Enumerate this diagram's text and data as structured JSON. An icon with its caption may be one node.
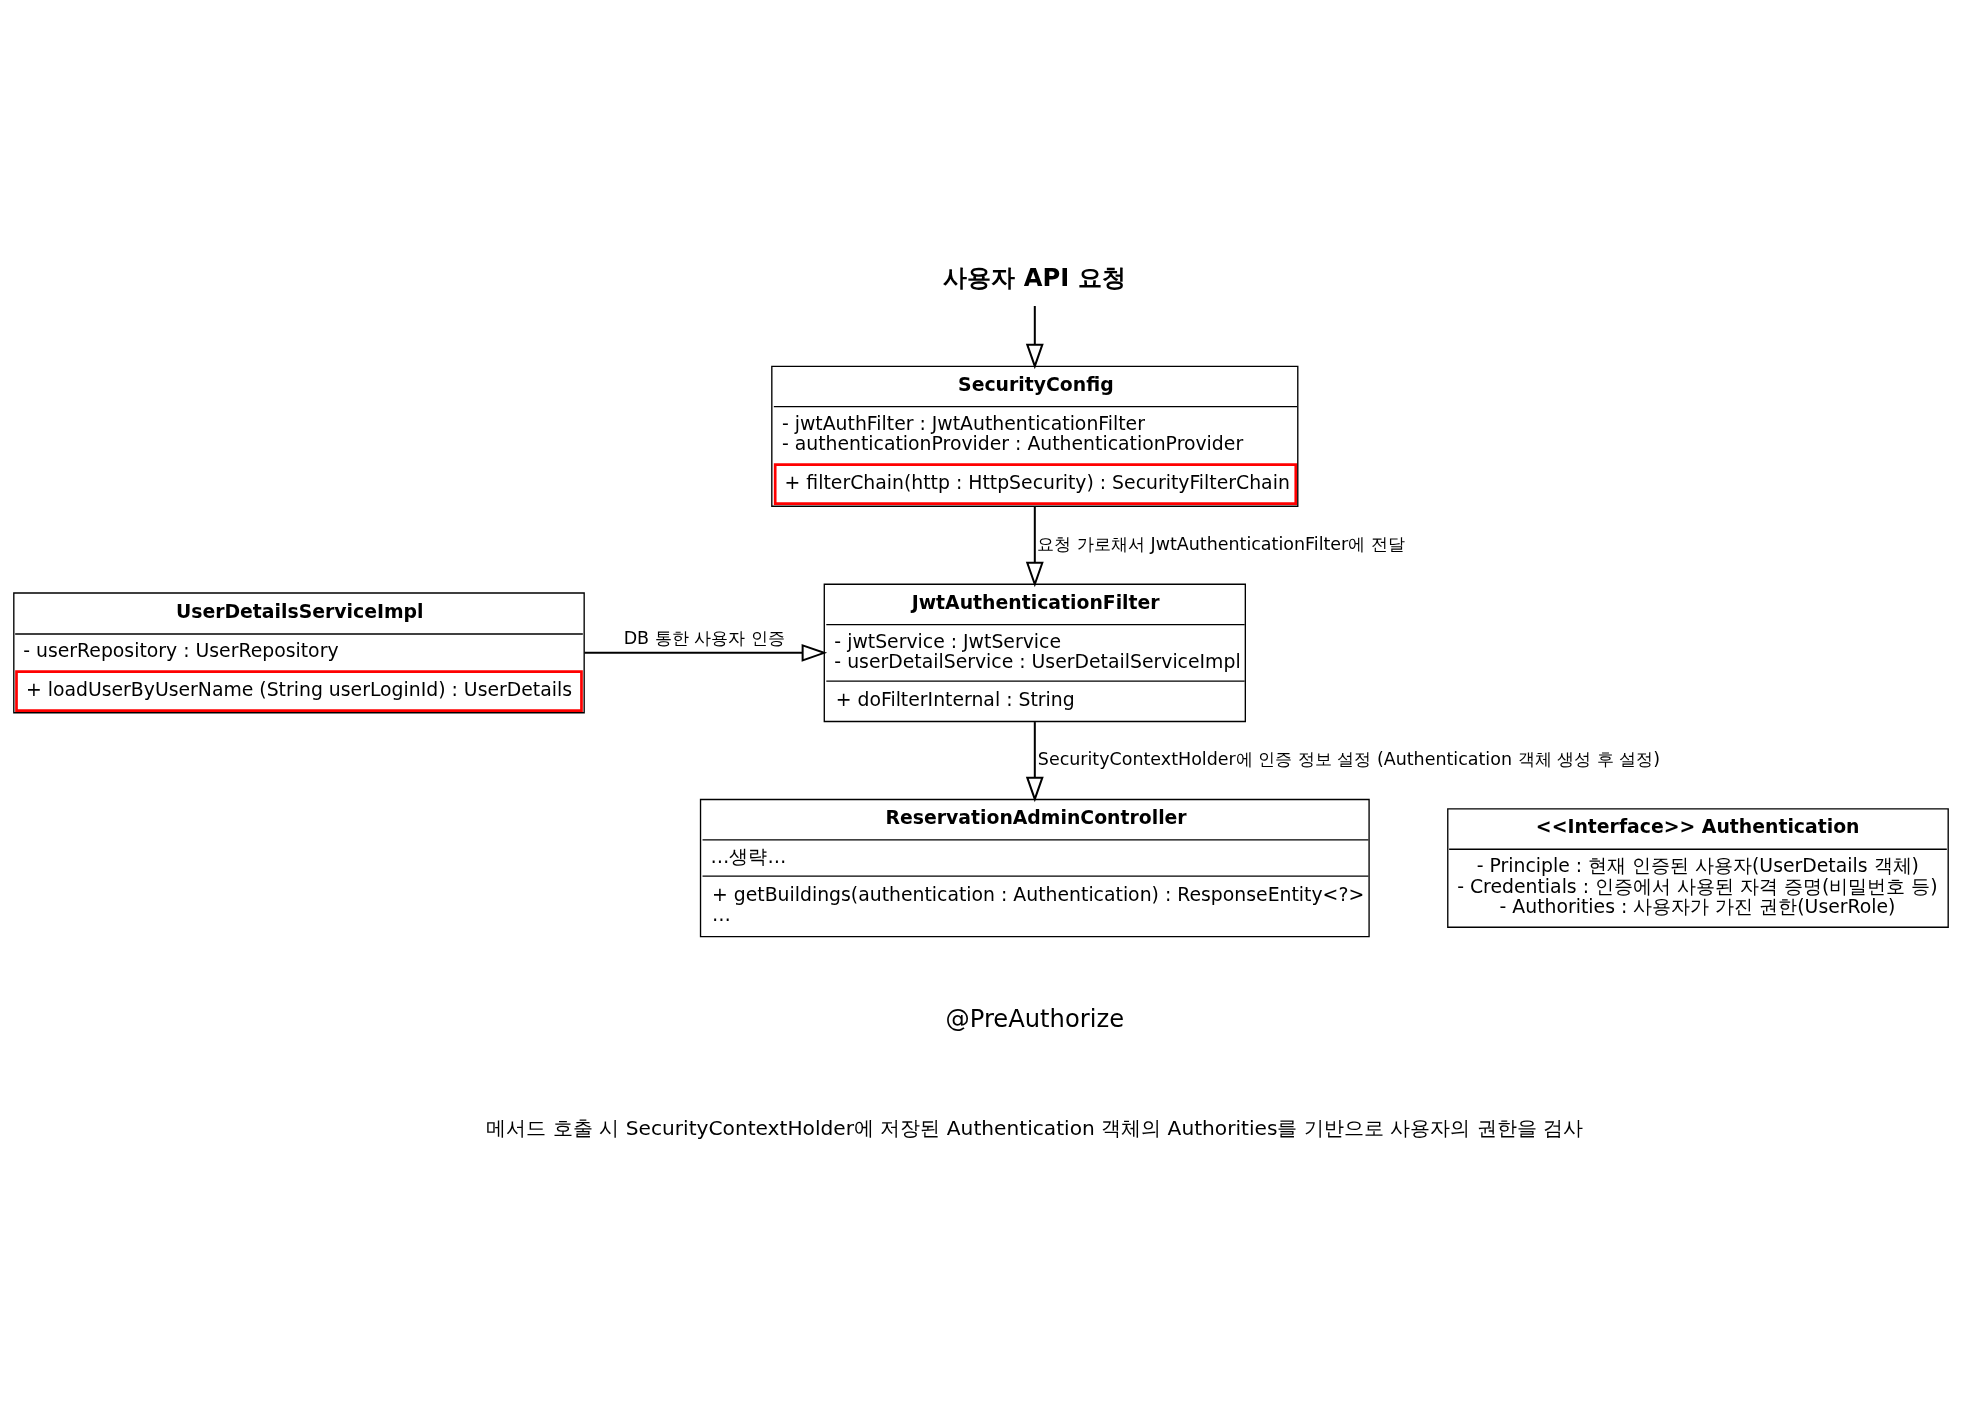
{
  "diagram": {
    "nodes": [
      {
        "text": [
          "사용자 API 요청"
        ]
      },
      {
        "text": [
          "SecurityConfig",
          "- jwtAuthFilter : JwtAuthenticationFilter",
          "- authenticationProvider : AuthenticationProvider",
          "+ filterChain(http : HttpSecurity) : SecurityFilterChain"
        ]
      },
      {
        "text": [
          "JwtAuthenticationFilter",
          "- jwtService : JwtService",
          "- userDetailService : UserDetailServiceImpl",
          "+ doFilterInternal : String"
        ]
      },
      {
        "text": [
          "UserDetailsServiceImpl",
          "- userRepository : UserRepository",
          "+ loadUserByUserName (String userLoginId) : UserDetails"
        ]
      },
      {
        "text": [
          "ReservationAdminController",
          "…생략…",
          "+ getBuildings(authentication : Authentication) : ResponseEntity<?>",
          "…"
        ]
      },
      {
        "text": [
          "<<Interface>> Authentication",
          "- Principle : 현재 인증된 사용자(UserDetails 객체)",
          "- Credentials : 인증에서 사용된 자격 증명(비밀번호 등)",
          "- Authorities : 사용자가 가진 권한(UserRole)"
        ]
      }
    ],
    "edges": [
      {
        "from": 0,
        "to": 1,
        "arrow": "to"
      },
      {
        "from": 1,
        "to": 2,
        "arrow": "to",
        "label": "요청 가로채서 JwtAuthenticationFilter에 전달"
      },
      {
        "from": 3,
        "to": 2,
        "arrow": "to",
        "label": "DB 통한 사용자 인증"
      },
      {
        "from": 2,
        "to": 4,
        "arrow": "to",
        "label": "SecurityContextHolder에 인증 정보 설정 (Authentication 객체 생성 후 설정)"
      }
    ],
    "labels": [
      "@PreAuthorize",
      "메서드 호출 시 SecurityContextHolder에 저장된 Authentication 객체의 Authorities를 기반으로 사용자의 권한을 검사"
    ]
  }
}
